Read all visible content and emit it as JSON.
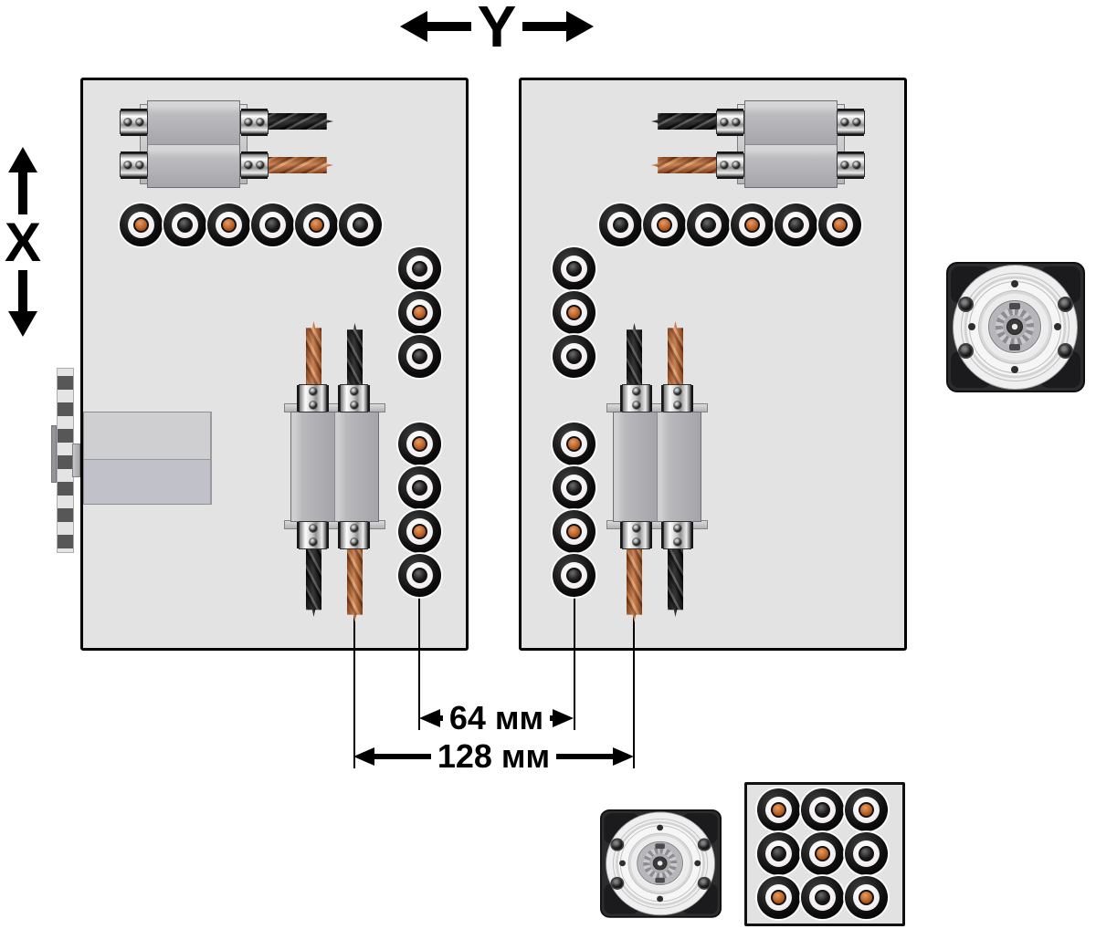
{
  "axis": {
    "y_label": "Y",
    "x_label": "X"
  },
  "dimension_labels": {
    "inner": "64 мм",
    "outer": "128 мм"
  },
  "palette": {
    "panel_bg": "#e3e3e4",
    "tool_orange": "#c2622c",
    "tool_black": "#161616",
    "block_gray": "#b2b2b6",
    "chrome": "#d9d9db",
    "line_black": "#000000"
  },
  "spindle_groups": {
    "left_row": [
      "orange",
      "black",
      "orange",
      "black",
      "orange",
      "black"
    ],
    "left_col_upper": [
      "black",
      "orange",
      "black"
    ],
    "left_col_lower": [
      "orange",
      "black",
      "orange",
      "black"
    ],
    "right_row": [
      "black",
      "orange",
      "black",
      "orange",
      "black",
      "orange"
    ],
    "right_col_upper": [
      "black",
      "orange",
      "black"
    ],
    "right_col_lower": [
      "orange",
      "black",
      "orange",
      "black"
    ],
    "store_grid": [
      [
        "orange",
        "black",
        "orange"
      ],
      [
        "black",
        "orange",
        "black"
      ],
      [
        "orange",
        "black",
        "orange"
      ]
    ]
  },
  "drill_units": {
    "left_top": {
      "orientation": "horizontal",
      "tip_direction": "right",
      "top_drill": "black",
      "bottom_drill": "orange"
    },
    "right_top": {
      "orientation": "horizontal",
      "tip_direction": "left",
      "top_drill": "black",
      "bottom_drill": "orange"
    },
    "left_center": {
      "orientation": "vertical",
      "top_left": "orange",
      "top_right": "black",
      "bottom_left": "black",
      "bottom_right": "orange"
    },
    "right_center": {
      "orientation": "vertical",
      "top_left": "black",
      "top_right": "orange",
      "bottom_left": "orange",
      "bottom_right": "black"
    }
  }
}
